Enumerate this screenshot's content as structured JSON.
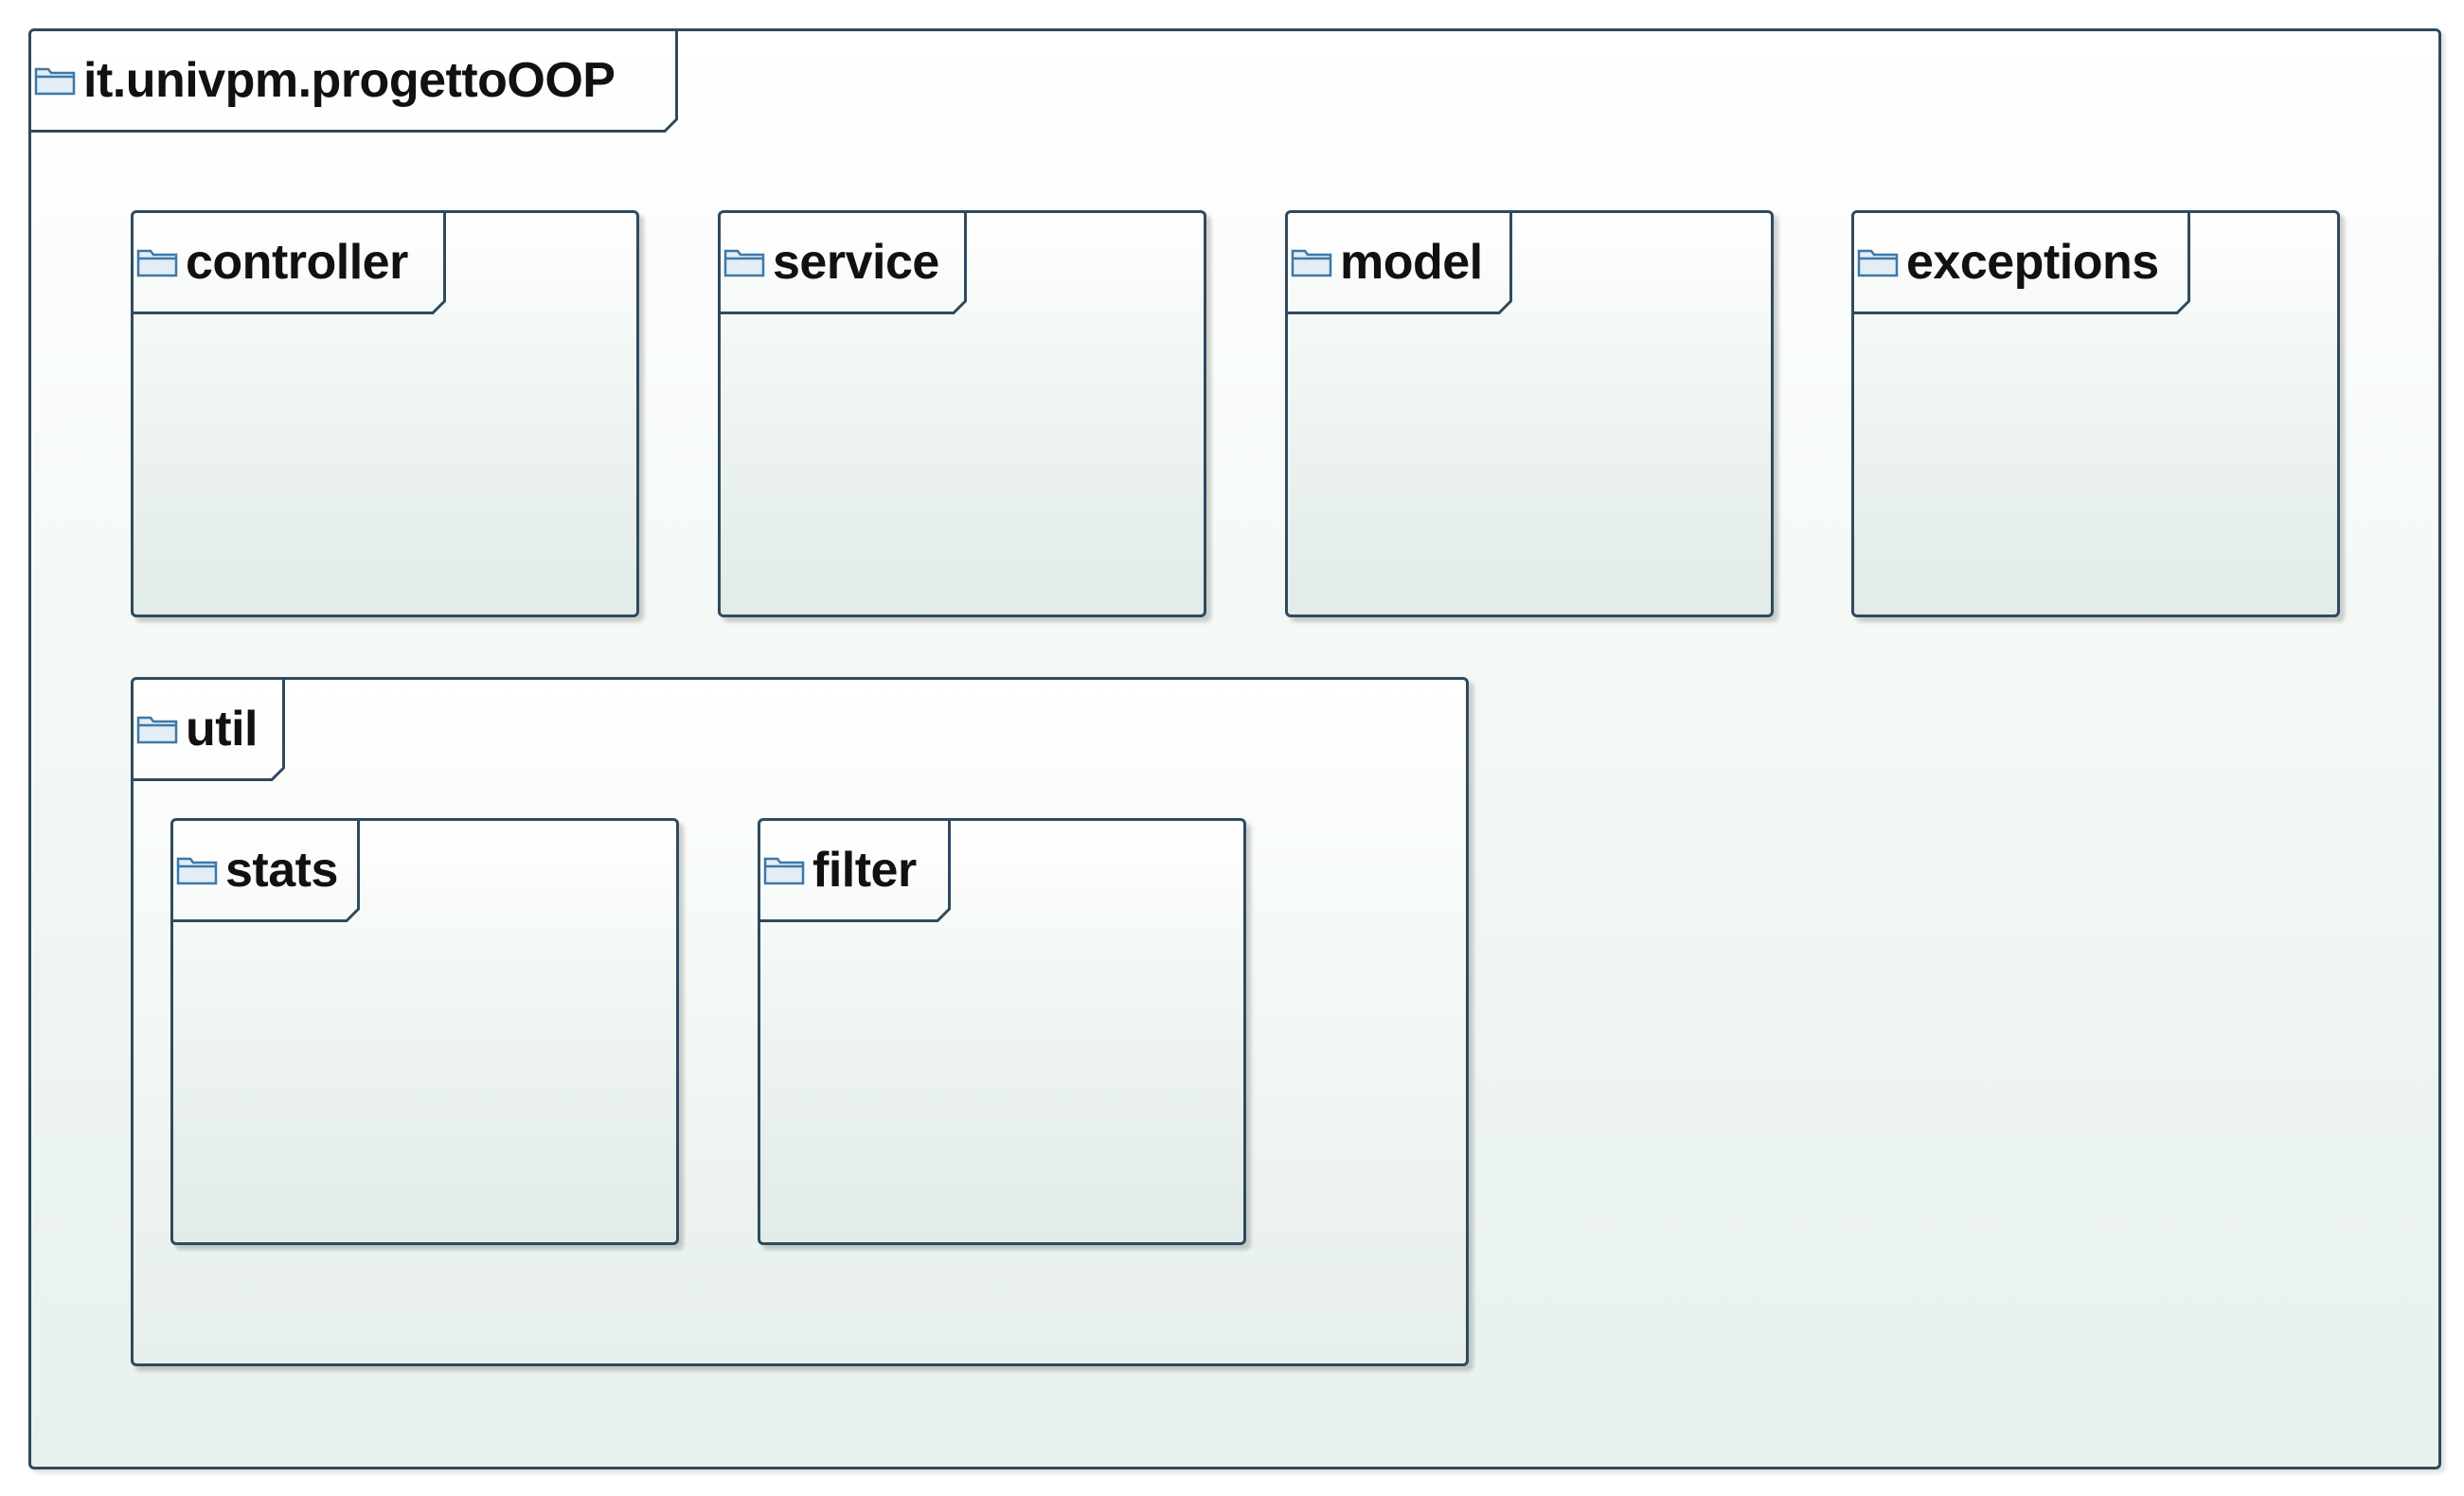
{
  "diagram": {
    "root_package": {
      "name": "it.univpm.progettoOOP"
    },
    "packages": {
      "controller": "controller",
      "service": "service",
      "model": "model",
      "exceptions": "exceptions",
      "util": "util",
      "stats": "stats",
      "filter": "filter"
    },
    "colors": {
      "border": "#2f4a5f",
      "fill_top": "#ffffff",
      "fill_bottom": "#e1ebe7",
      "folder_icon": "#3d78a8",
      "text": "#111111"
    }
  }
}
